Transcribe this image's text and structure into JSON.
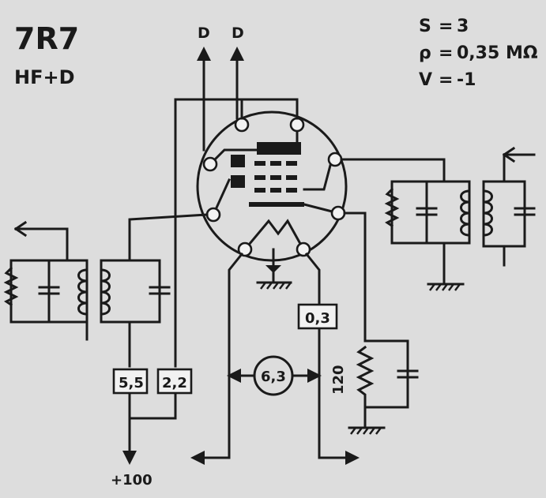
{
  "tube": {
    "type": "7R7",
    "function": "HF+D"
  },
  "parameters": [
    {
      "symbol": "S",
      "sep": "=",
      "value": "3"
    },
    {
      "symbol": "ρ",
      "sep": "=",
      "value": "0,35 MΩ"
    },
    {
      "symbol": "V",
      "sep": "=",
      "value": "-1"
    }
  ],
  "labels": {
    "diode_left": "D",
    "diode_right": "D",
    "supply": "+100",
    "heater_voltage": "6,3",
    "cathode_resistor": "120"
  },
  "pin_values": {
    "left_a": "5,5",
    "left_b": "2,2",
    "right": "0,3"
  }
}
